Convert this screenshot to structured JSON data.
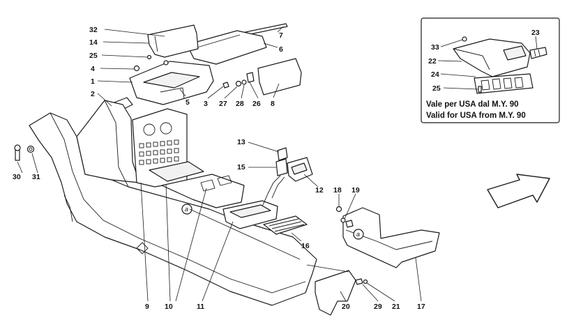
{
  "callouts": [
    {
      "id": "c1",
      "label": "1"
    },
    {
      "id": "c2",
      "label": "2"
    },
    {
      "id": "c3",
      "label": "3"
    },
    {
      "id": "c4",
      "label": "4"
    },
    {
      "id": "c5",
      "label": "5"
    },
    {
      "id": "c6",
      "label": "6"
    },
    {
      "id": "c7",
      "label": "7"
    },
    {
      "id": "c8",
      "label": "8"
    },
    {
      "id": "c9",
      "label": "9"
    },
    {
      "id": "c10",
      "label": "10"
    },
    {
      "id": "c11",
      "label": "11"
    },
    {
      "id": "c12",
      "label": "12"
    },
    {
      "id": "c13",
      "label": "13"
    },
    {
      "id": "c14",
      "label": "14"
    },
    {
      "id": "c15",
      "label": "15"
    },
    {
      "id": "c16",
      "label": "16"
    },
    {
      "id": "c17",
      "label": "17"
    },
    {
      "id": "c18",
      "label": "18"
    },
    {
      "id": "c19",
      "label": "19"
    },
    {
      "id": "c20",
      "label": "20"
    },
    {
      "id": "c21",
      "label": "21"
    },
    {
      "id": "c22",
      "label": "22"
    },
    {
      "id": "c23",
      "label": "23"
    },
    {
      "id": "c24",
      "label": "24"
    },
    {
      "id": "c25",
      "label": "25"
    },
    {
      "id": "c25b",
      "label": "25"
    },
    {
      "id": "c26",
      "label": "26"
    },
    {
      "id": "c27",
      "label": "27"
    },
    {
      "id": "c28",
      "label": "28"
    },
    {
      "id": "c29",
      "label": "29"
    },
    {
      "id": "c30",
      "label": "30"
    },
    {
      "id": "c31",
      "label": "31"
    },
    {
      "id": "c32",
      "label": "32"
    },
    {
      "id": "c33",
      "label": "33"
    }
  ],
  "reference_marks": {
    "a1": "a",
    "a2": "a"
  },
  "inset": {
    "note_line1": "Vale per USA dal M.Y. 90",
    "note_line2": "Valid for USA from M.Y. 90"
  }
}
